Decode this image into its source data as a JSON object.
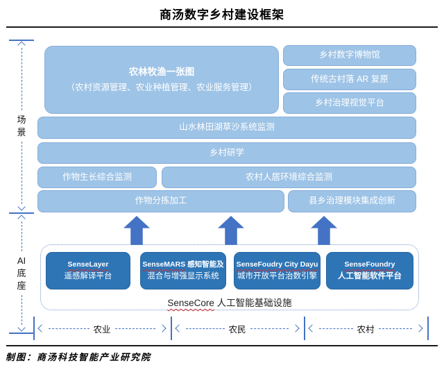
{
  "title": "商汤数字乡村建设框架",
  "left_axes": {
    "scene": {
      "lines": [
        "场",
        "景"
      ]
    },
    "ai": {
      "lines": [
        "AI",
        "底",
        "座"
      ]
    }
  },
  "scene_section": {
    "main_box": {
      "line1": "农林牧渔一张图",
      "line2": "（农村资源管理、农业种植管理、农业服务管理）"
    },
    "right_column": [
      "乡村数字博物馆",
      "传统古村落 AR 复原",
      "乡村治理视觉平台"
    ],
    "row_full_1": "山水林田湖草沙系统监测",
    "row_full_2": "乡村研学",
    "row3_left": "作物生长综合监测",
    "row3_right": "农村人居环境综合监测",
    "row4_left": "作物分拣加工",
    "row4_right": "县乡治理模块集成创新"
  },
  "ai_section": {
    "boxes": [
      {
        "l1_en": "SenseLayer",
        "l1_rest": "",
        "l2": "遥感解译平台"
      },
      {
        "l1_en": "SenseMARS",
        "l1_rest": " 感知智能及",
        "l2": "混合与增强显示系统"
      },
      {
        "l1_en": "SenseFoudry City Dayu",
        "l1_rest": "",
        "l2": "城市开放平台治数引擎"
      },
      {
        "l1_en": "SenseFoundry",
        "l1_rest": "",
        "l2": "人工智能软件平台"
      }
    ],
    "core_en": "SenseCore",
    "core_zh": " 人工智能基础设施"
  },
  "bottom_axis": {
    "segments": [
      "农业",
      "农民",
      "农村"
    ]
  },
  "caption": "制图：商汤科技智能产业研究院",
  "colors": {
    "light_blue_fill": "#9DC3E6",
    "dark_blue_fill": "#2E75B6",
    "arrow_blue": "#4472C4",
    "squiggle_red": "#D03030",
    "text_on_blue": "#FFFFFF",
    "title_black": "#000000"
  }
}
